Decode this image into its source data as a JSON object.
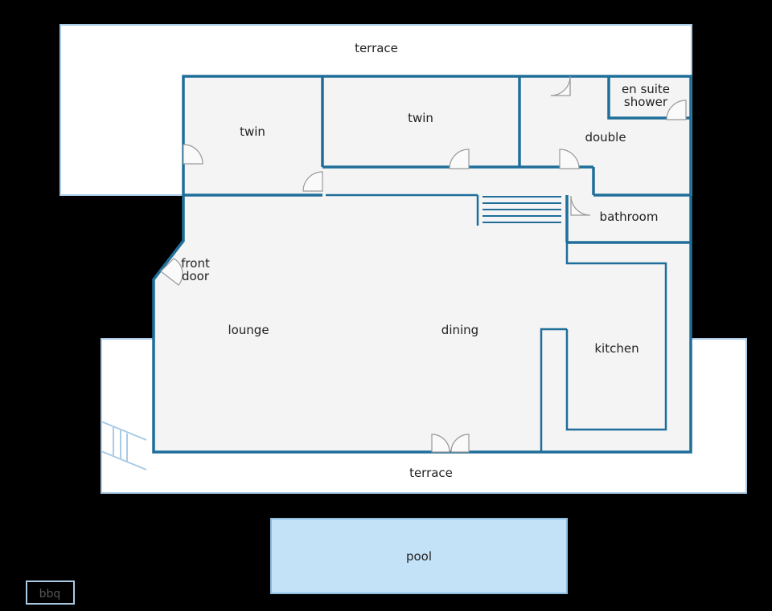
{
  "rooms": {
    "terrace_top": "terrace",
    "twin_left": "twin",
    "twin_middle": "twin",
    "double": "double",
    "en_suite_line1": "en suite",
    "en_suite_line2": "shower",
    "bathroom": "bathroom",
    "front_door_line1": "front",
    "front_door_line2": "door",
    "lounge": "lounge",
    "dining": "dining",
    "kitchen": "kitchen",
    "terrace_bottom": "terrace",
    "pool": "pool",
    "bbq": "bbq"
  },
  "colors": {
    "background": "#000000",
    "floor": "#f4f4f4",
    "terrace": "#ffffff",
    "terrace_border": "#a9cbe6",
    "wall": "#1f6e9a",
    "pool": "#c3e2f7",
    "pool_border": "#8fbde0",
    "bbq_border": "#a9cbe6"
  }
}
